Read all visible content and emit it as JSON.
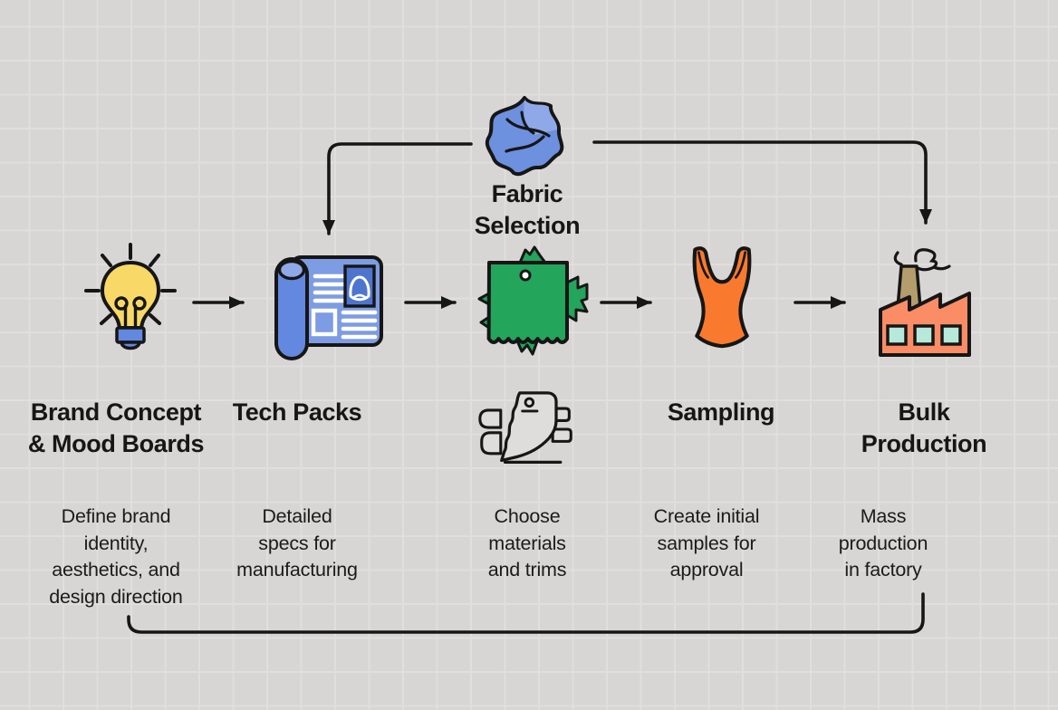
{
  "background": {
    "color": "#d7d6d4",
    "grid_color": "#e0dfdd"
  },
  "diagram": {
    "top_node": {
      "icon": "fabric-icon",
      "label": "Fabric\nSelection"
    },
    "stages": [
      {
        "icon": "lightbulb-icon",
        "label": "Brand Concept\n& Mood Boards",
        "description": "Define brand\nidentity,\naesthetics, and\ndesign direction"
      },
      {
        "icon": "tech-pack-icon",
        "label": "Tech Packs",
        "description": "Detailed\nspecs for\nmanufacturing"
      },
      {
        "icon": "fabric-swatch-icon",
        "secondary_icon": "swatch-stack-icon",
        "label": "",
        "description": "Choose\nmaterials\nand trims"
      },
      {
        "icon": "swimsuit-icon",
        "label": "Sampling",
        "description": "Create initial\nsamples for\napproval"
      },
      {
        "icon": "factory-icon",
        "label": "Bulk\nProduction",
        "description": "Mass\nproduction\nin factory"
      }
    ]
  },
  "palette": {
    "line": "#161616",
    "bulb_yellow": "#F8D967",
    "blue": "#6288DF",
    "blue_mid": "#7E9CE3",
    "blue_light": "#8FA9E8",
    "blue_dark": "#4E75CE",
    "fabric_blue": "#6D90DF",
    "green": "#23A55C",
    "orange": "#F97A2E",
    "factory_salmon": "#FB8D66",
    "chimney_tan": "#B39D6D",
    "window_mint": "#B6E9DA",
    "swatch_gray": "#DEDDDB",
    "white": "#FFFFFF"
  }
}
